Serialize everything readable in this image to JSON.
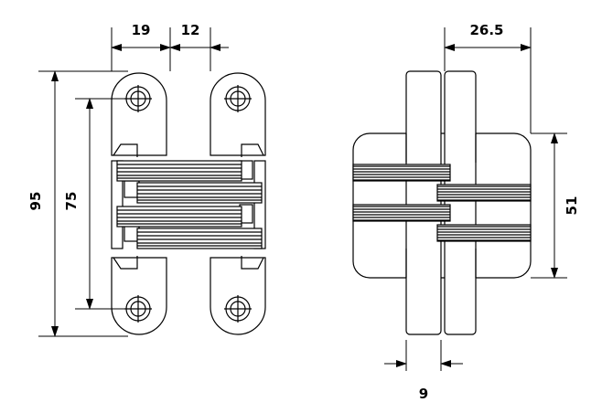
{
  "figure": {
    "front_view": {
      "dimensions": {
        "leaf_width": "19",
        "hole_offset": "12",
        "overall_height": "95",
        "hole_spacing": "75"
      }
    },
    "side_view": {
      "dimensions": {
        "overall_depth": "26.5",
        "body_height": "51",
        "leaf_thickness": "9"
      }
    },
    "colors": {
      "line": "#000000",
      "fill": "#ffffff"
    }
  }
}
